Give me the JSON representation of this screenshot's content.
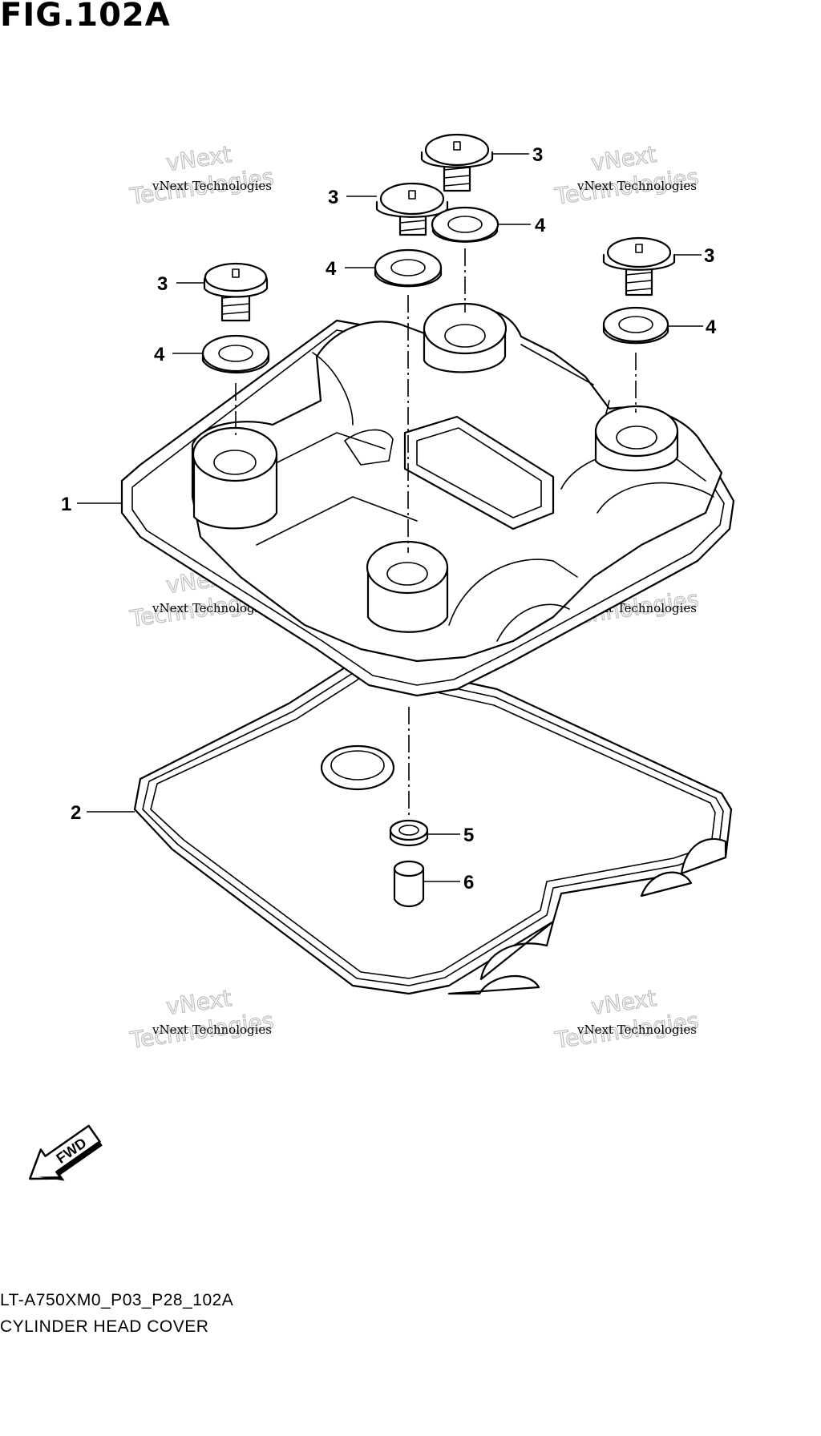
{
  "figure": {
    "title": "FIG.102A"
  },
  "watermark": {
    "small": "vNext Technologies",
    "big_top": "vNext",
    "big_bottom": "Technologies"
  },
  "callouts": {
    "cover": "1",
    "gasket": "2",
    "bolt": "3",
    "washer": "4",
    "plug_seal": "5",
    "dowel": "6"
  },
  "fwd_label": "FWD",
  "footer": {
    "code": "LT-A750XM0_P03_P28_102A",
    "name": "CYLINDER HEAD COVER"
  }
}
